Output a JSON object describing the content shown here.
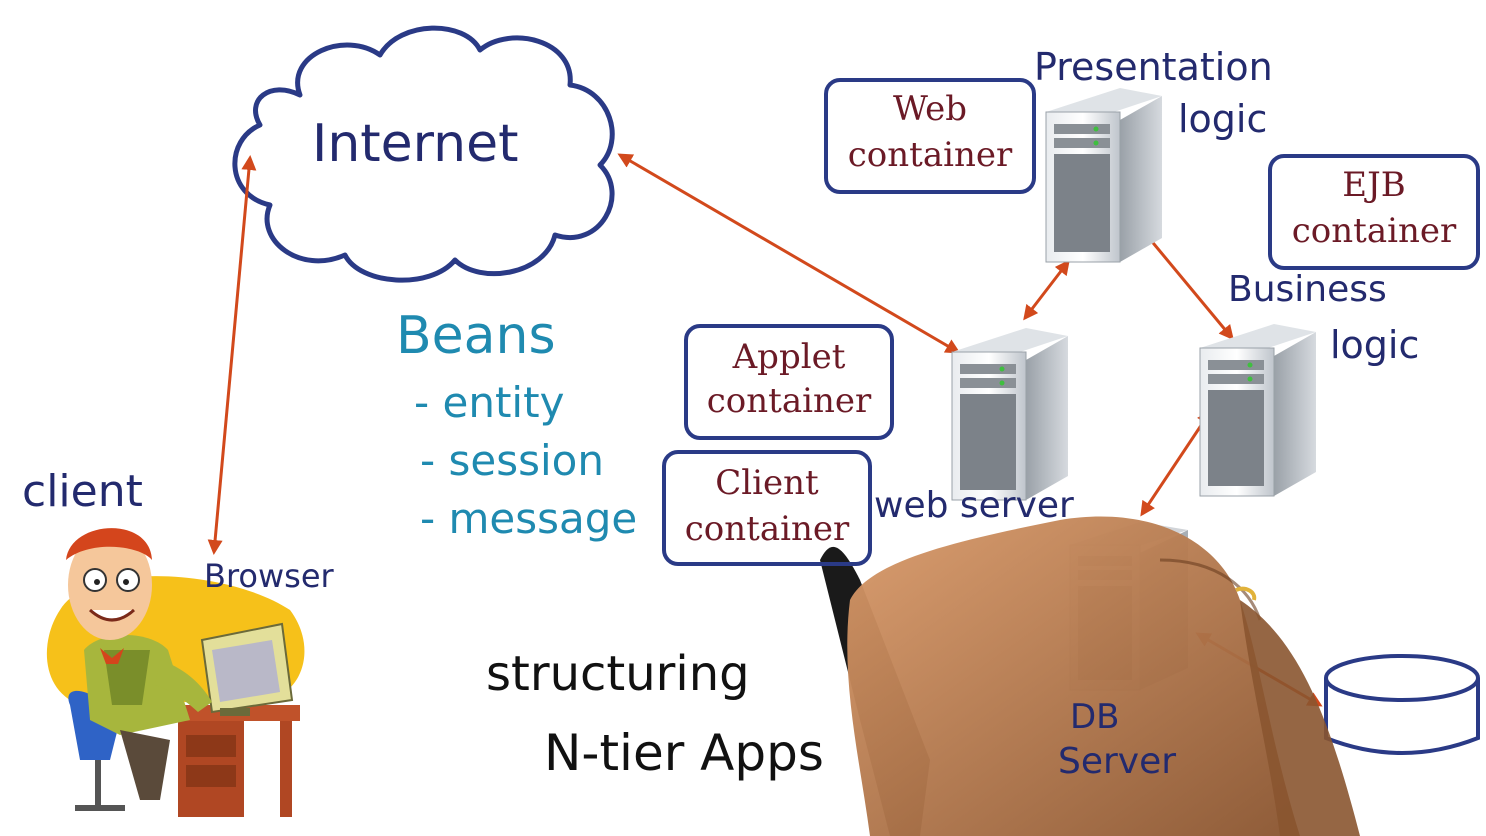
{
  "internet_label": "Internet",
  "presentation_label_line1": "Presentation",
  "presentation_label_line2": "logic",
  "business_label_line1": "Business",
  "business_label_line2": "logic",
  "web_server_label": "web server",
  "db_server_label_line1": "DB",
  "db_server_label_line2": "Server",
  "client_label": "client",
  "browser_label": "Browser",
  "beans": {
    "heading": "Beans",
    "items": [
      "- entity",
      "- session",
      "- message"
    ]
  },
  "containers": {
    "web": [
      "Web",
      "container"
    ],
    "ejb": [
      "EJB",
      "container"
    ],
    "applet": [
      "Applet",
      "container"
    ],
    "client": [
      "Client",
      "container"
    ]
  },
  "title_line1": "structuring",
  "title_line2": "N-tier Apps",
  "colors": {
    "ink_blue": "#2a3a86",
    "ink_navy": "#232a6e",
    "ink_teal": "#1f8ab0",
    "ink_maroon": "#6b1a26",
    "arrow_orange": "#d2491c",
    "ink_black": "#111111"
  }
}
